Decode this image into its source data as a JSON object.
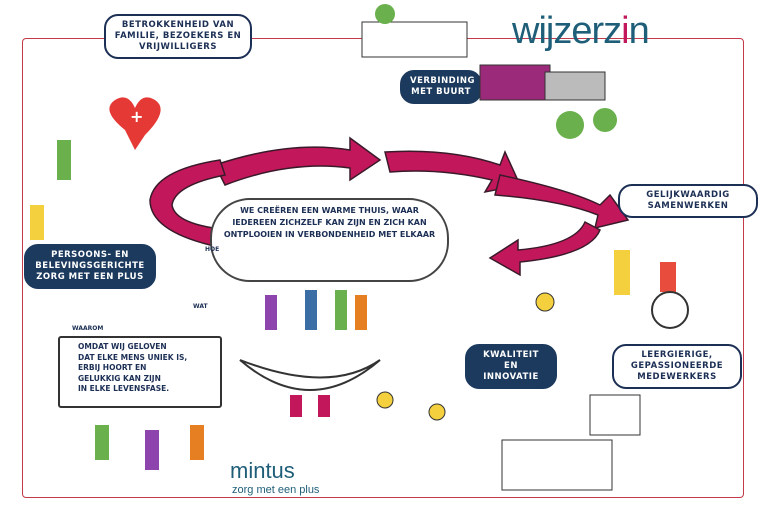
{
  "brand": {
    "logo_prefix": "wijzerz",
    "logo_accent": "i",
    "logo_suffix": "n",
    "color": "#1f5e78",
    "accent": "#c2185b"
  },
  "footer_brand": {
    "name": "mintus",
    "tagline": "zorg met een plus"
  },
  "center": {
    "statement": "We creëren een warme thuis, waar iedereen zichzelf kan zijn en zich kan ontplooien in verbondenheid met elkaar"
  },
  "markers": {
    "how": "HOE",
    "what": "WAT",
    "why": "WAAROM"
  },
  "why_text": [
    "Omdat wij geloven",
    "dat elke mens uniek is,",
    "erbij hoort en",
    "gelukkig kan zijn",
    "in elke levensfase."
  ],
  "labels": {
    "family": "Betrokkenheid van familie, bezoekers en vrijwilligers",
    "neighborhood": "Verbinding met buurt",
    "collaboration": "Gelijkwaardig samenwerken",
    "care": "Persoons- en belevingsgerichte zorg met een plus",
    "quality": "Kwaliteit en innovatie",
    "staff": "Leergierige, gepassioneerde medewerkers"
  },
  "colors": {
    "arrows": "#c2185b",
    "frame": "#c33a4a",
    "label_dark": "#1c3a5e"
  }
}
